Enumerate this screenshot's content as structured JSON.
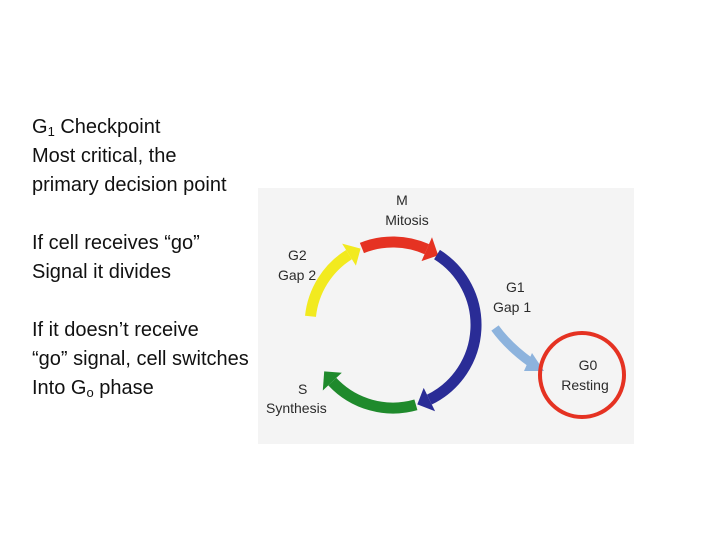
{
  "slide": {
    "g1_checkpoint": {
      "prefix": "G",
      "subscript": "1",
      "suffix": " Checkpoint",
      "line2": "Most critical, the",
      "line3": "primary decision point"
    },
    "go_signal": {
      "line1": "If cell receives “go”",
      "line2": "Signal it divides"
    },
    "no_go": {
      "line1": "If it doesn’t receive",
      "line2": "“go” signal, cell switches",
      "prefix": "Into G",
      "subscript": "o",
      "suffix": " phase"
    }
  },
  "diagram": {
    "phases": {
      "m": {
        "code": "M",
        "name": "Mitosis",
        "color": "#e53222"
      },
      "g1": {
        "code": "G1",
        "name": "Gap 1",
        "color": "#2a2c96"
      },
      "s": {
        "code": "S",
        "name": "Synthesis",
        "color": "#1f8a2c"
      },
      "g2": {
        "code": "G2",
        "name": "Gap 2",
        "color": "#f2ea1f"
      },
      "g0": {
        "code": "G0",
        "name": "Resting",
        "color": "#e53222"
      }
    },
    "g0_arrow_color": "#8db3dd"
  }
}
